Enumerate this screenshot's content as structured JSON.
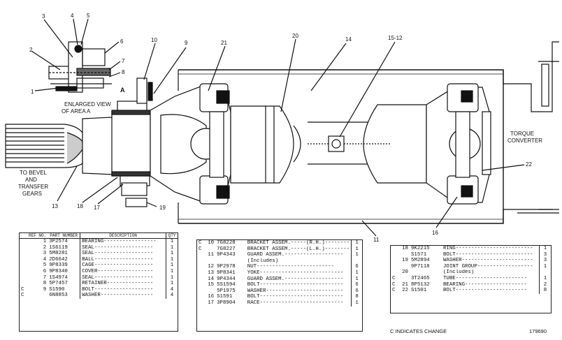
{
  "callouts": {
    "n1": "1",
    "n2": "2",
    "n3": "3",
    "n4": "4",
    "n5": "5",
    "n6": "6",
    "n7": "7",
    "n8": "8",
    "n9": "9",
    "n10": "10",
    "n11": "11",
    "n13": "13",
    "n14": "14",
    "n15_12": "15-12",
    "n16": "16",
    "n17": "17",
    "n18": "18",
    "n19": "19",
    "n20": "20",
    "n21": "21",
    "n22": "22",
    "area_letter": "A"
  },
  "labels": {
    "enlarged_1": "ENLARGED VIEW",
    "enlarged_2": "OF AREA A",
    "bevel_1": "TO BEVEL",
    "bevel_2": "AND",
    "bevel_3": "TRANSFER",
    "bevel_4": "GEARS",
    "torque_1": "TORQUE",
    "torque_2": "CONVERTER"
  },
  "table1": {
    "headers": {
      "ref": "REF NO.",
      "part": "PART NUMBER",
      "desc": "DESCRIPTION",
      "qty": "QTY"
    },
    "rows": [
      {
        "flag": "",
        "ref": "1",
        "part": "3P2574",
        "desc": "BEARING-----------------",
        "qty": "1"
      },
      {
        "flag": "",
        "ref": "2",
        "part": "1S6119",
        "desc": "SEAL-------------------",
        "qty": "1"
      },
      {
        "flag": "",
        "ref": "3",
        "part": "5M8281",
        "desc": "SEAL-------------------",
        "qty": "1"
      },
      {
        "flag": "",
        "ref": "4",
        "part": "2D6642",
        "desc": "BALL-------------------",
        "qty": "1"
      },
      {
        "flag": "",
        "ref": "5",
        "part": "9P8339",
        "desc": "CAGE-------------------",
        "qty": "1"
      },
      {
        "flag": "",
        "ref": "6",
        "part": "9P8340",
        "desc": "COVER------------------",
        "qty": "1"
      },
      {
        "flag": "",
        "ref": "7",
        "part": "1S4974",
        "desc": "SEAL-------------------",
        "qty": "1"
      },
      {
        "flag": "",
        "ref": "8",
        "part": "5P7457",
        "desc": "RETAINER---------------",
        "qty": "1"
      },
      {
        "flag": "C",
        "ref": "9",
        "part": "S1590",
        "desc": "BOLT-------------------",
        "qty": "4"
      },
      {
        "flag": "C",
        "ref": "",
        "part": "6N8853",
        "desc": "WASHER-----------------",
        "qty": "4"
      }
    ]
  },
  "table2": {
    "rows": [
      {
        "flag": "C",
        "ref": "10",
        "part": "7G8228",
        "desc": "BRACKET ASSEM.-----(R.H.)--------",
        "qty": "1"
      },
      {
        "flag": "C",
        "ref": "",
        "part": "7G8227",
        "desc": "BRACKET ASSEM.-----(L.H.)--------",
        "qty": "1"
      },
      {
        "flag": "",
        "ref": "11",
        "part": "9P4343",
        "desc": "GUARD ASSEM.-------------------",
        "qty": "1"
      },
      {
        "flag": "",
        "ref": "",
        "part": "",
        "desc": "   (Includes)",
        "qty": ""
      },
      {
        "flag": "",
        "ref": "12",
        "part": "9P2978",
        "desc": "   NUT-------------------------",
        "qty": "6"
      },
      {
        "flag": "",
        "ref": "13",
        "part": "9P8341",
        "desc": "YOKE---------------------------",
        "qty": "1"
      },
      {
        "flag": "",
        "ref": "14",
        "part": "9P4344",
        "desc": "GUARD ASSEM.-------------------",
        "qty": "1"
      },
      {
        "flag": "",
        "ref": "15",
        "part": "5S1594",
        "desc": "BOLT---------------------------",
        "qty": "6"
      },
      {
        "flag": "",
        "ref": "",
        "part": "5P1975",
        "desc": "WASHER-------------------------",
        "qty": "6"
      },
      {
        "flag": "",
        "ref": "16",
        "part": "S1591",
        "desc": "BOLT---------------------------",
        "qty": "8"
      },
      {
        "flag": "",
        "ref": "17",
        "part": "3P8904",
        "desc": "RACE---------------------------",
        "qty": "1"
      }
    ]
  },
  "table3": {
    "rows": [
      {
        "flag": "",
        "ref": "18",
        "part": "9K2215",
        "desc": "RING-------------------------",
        "qty": "1"
      },
      {
        "flag": "",
        "ref": "",
        "part": "S1571",
        "desc": "BOLT-------------------------",
        "qty": "3"
      },
      {
        "flag": "",
        "ref": "19",
        "part": "5M2894",
        "desc": "WASHER-----------------------",
        "qty": "3"
      },
      {
        "flag": "",
        "ref": "",
        "part": "9P7118",
        "desc": "JOINT GROUP------------------",
        "qty": "1"
      },
      {
        "flag": "",
        "ref": "20",
        "part": "",
        "desc": "   (Includes)",
        "qty": ""
      },
      {
        "flag": "C",
        "ref": "",
        "part": "3T2465",
        "desc": "   TUBE-----------------------",
        "qty": "1"
      },
      {
        "flag": "C",
        "ref": "21",
        "part": "8P5132",
        "desc": "   BEARING--------------------",
        "qty": "2"
      },
      {
        "flag": "C",
        "ref": "22",
        "part": "S1501",
        "desc": "   BOLT-----------------------",
        "qty": "8"
      }
    ]
  },
  "footnote": "C INDICATES CHANGE",
  "drawing_number": "179690"
}
